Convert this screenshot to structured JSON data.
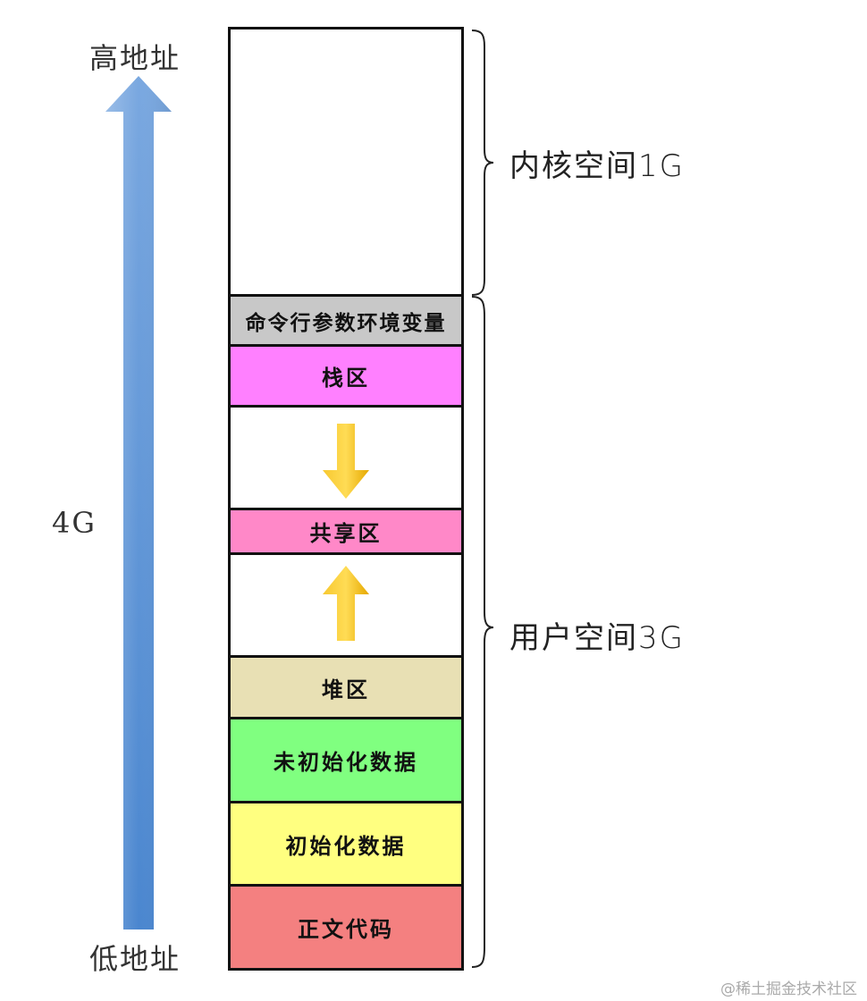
{
  "axis": {
    "high_label": "高地址",
    "low_label": "低地址",
    "size_label": "4G",
    "arrow_color": "#5b8fd1"
  },
  "regions": {
    "kernel_label": "内核空间1G",
    "user_label": "用户空间3G"
  },
  "segments": {
    "kernel": {
      "label": "",
      "color": "#ffffff"
    },
    "cmdline": {
      "label": "命令行参数环境变量",
      "color": "#c8c8c8"
    },
    "stack": {
      "label": "栈区",
      "color": "#ff80ff"
    },
    "gap_stack": {
      "label": "",
      "color": "#ffffff"
    },
    "shared": {
      "label": "共享区",
      "color": "#ff88c8"
    },
    "gap_heap": {
      "label": "",
      "color": "#ffffff"
    },
    "heap": {
      "label": "堆区",
      "color": "#e8e0b4"
    },
    "bss": {
      "label": "未初始化数据",
      "color": "#80ff80"
    },
    "data": {
      "label": "初始化数据",
      "color": "#ffff80"
    },
    "text": {
      "label": "正文代码",
      "color": "#f48080"
    }
  },
  "arrows": {
    "color": "#f5b800",
    "stack_direction": "down",
    "heap_direction": "up"
  },
  "watermark": "@稀土掘金技术社区"
}
